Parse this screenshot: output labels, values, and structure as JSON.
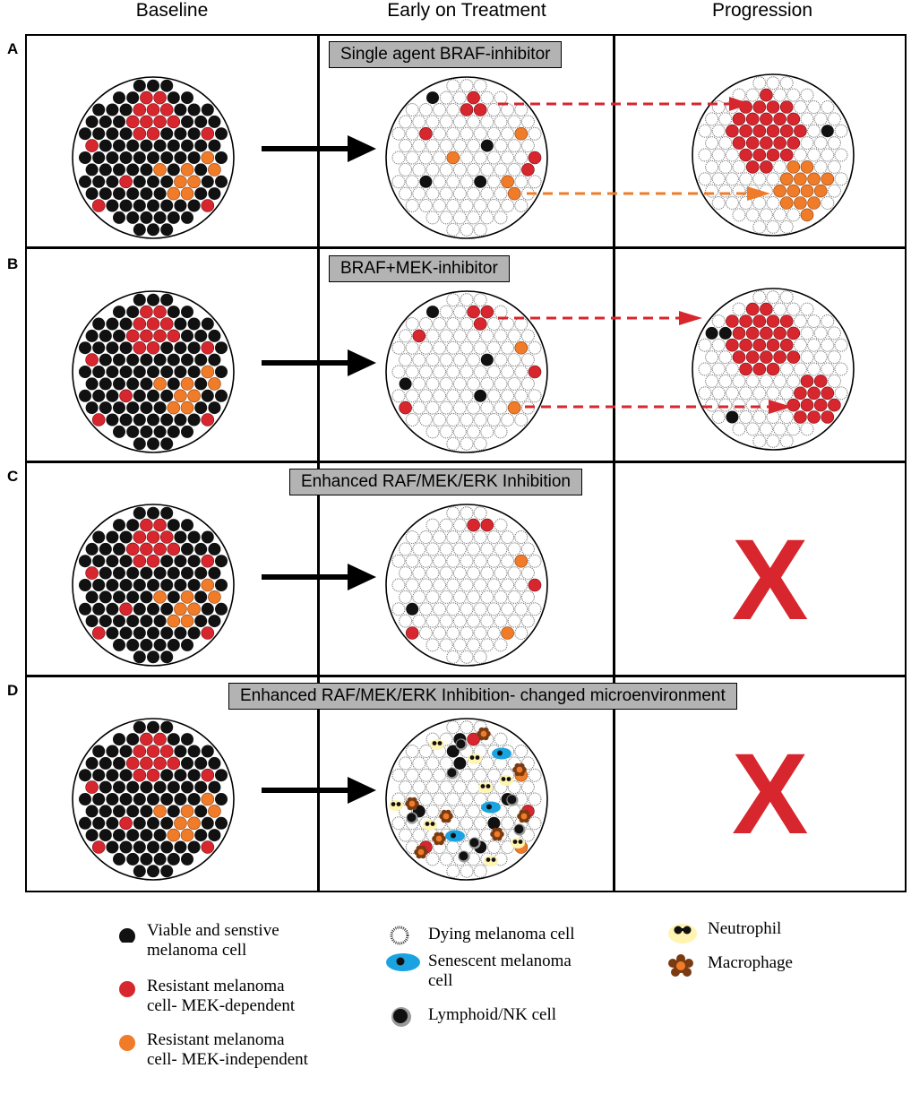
{
  "columns": [
    {
      "label": "Baseline"
    },
    {
      "label": "Early on Treatment"
    },
    {
      "label": "Progression"
    }
  ],
  "rows": [
    {
      "letter": "A",
      "treatment": "Single agent BRAF-inhibitor",
      "progression": "relapse"
    },
    {
      "letter": "B",
      "treatment": "BRAF+MEK-inhibitor",
      "progression": "relapse"
    },
    {
      "letter": "C",
      "treatment": "Enhanced RAF/MEK/ERK Inhibition",
      "progression": "none",
      "mark": "X"
    },
    {
      "letter": "D",
      "treatment": "Enhanced RAF/MEK/ERK Inhibition- changed microenvironment",
      "progression": "none",
      "mark": "X"
    }
  ],
  "colors": {
    "sensitive": "#111111",
    "mek_dependent": "#d7262e",
    "mek_independent": "#f07b28",
    "label_bg": "#b3b3b3",
    "senescent": "#1aa3e0",
    "neutrophil": "#fff4b0",
    "macrophage": "#7a3b12"
  },
  "legend": {
    "sensitive": {
      "line1": "Viable and senstive",
      "line2": "melanoma cell",
      "icon": "black-dot-icon"
    },
    "mek_dependent": {
      "line1": "Resistant melanoma",
      "line2": "cell- MEK-dependent",
      "icon": "red-dot-icon"
    },
    "mek_independent": {
      "line1": "Resistant melanoma",
      "line2": "cell- MEK-independent",
      "icon": "orange-dot-icon"
    },
    "dying": {
      "line1": "Dying melanoma cell",
      "icon": "dashed-circle-icon"
    },
    "senescent": {
      "line1": "Senescent melanoma",
      "line2": "cell",
      "icon": "blue-ellipse-icon"
    },
    "lymphoid": {
      "line1": "Lymphoid/NK cell",
      "icon": "ringed-dot-icon"
    },
    "neutrophil": {
      "line1": "Neutrophil",
      "icon": "neutrophil-icon"
    },
    "macrophage": {
      "line1": "Macrophage",
      "icon": "macrophage-icon"
    }
  }
}
